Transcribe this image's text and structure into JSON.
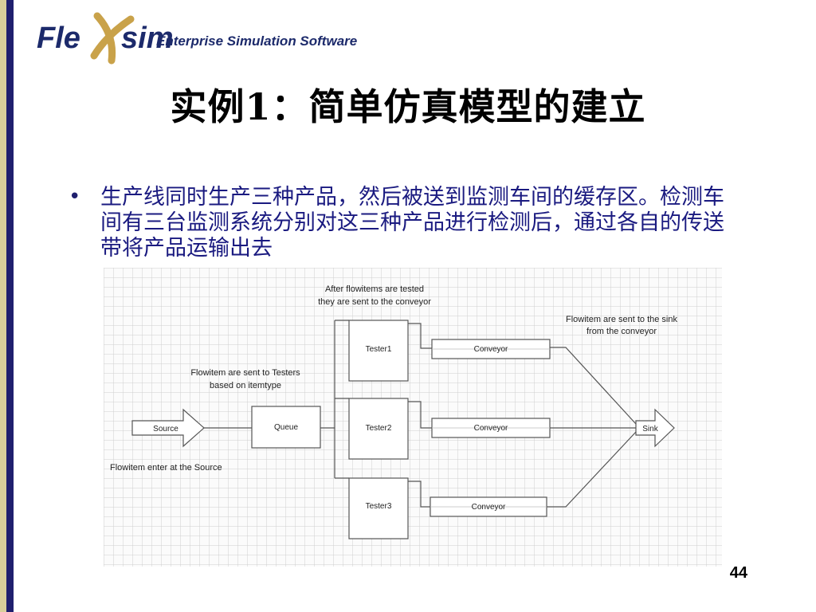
{
  "logo": {
    "brand_left": "Fle",
    "brand_right": "sim",
    "tagline": "Enterprise Simulation Software"
  },
  "slide": {
    "title": "实例1：简单仿真模型的建立",
    "bullet": "生产线同时生产三种产品，然后被送到监测车间的缓存区。检测车间有三台监测系统分别对这三种产品进行检测后，通过各自的传送带将产品运输出去",
    "page_number": "44"
  },
  "diagram": {
    "source": "Source",
    "queue": "Queue",
    "testers": [
      "Tester1",
      "Tester2",
      "Tester3"
    ],
    "conveyors": [
      "Conveyor",
      "Conveyor",
      "Conveyor"
    ],
    "sink": "Sink",
    "notes": {
      "tested_line1": "After flowitems are tested",
      "tested_line2": "they are sent to the conveyor",
      "sink_line1": "Flowitem are sent to the sink",
      "sink_line2": "from the conveyor",
      "testers_line1": "Flowitem are sent to Testers",
      "testers_line2": "based on itemtype",
      "source_note": "Flowitem enter at the Source"
    }
  },
  "colors": {
    "sidebar_navy": "#1f1f6e",
    "sidebar_gold": "#d8cf9a",
    "text_blue": "#1a1a80",
    "logo_navy": "#1c2a6b",
    "logo_gold": "#c9a24a"
  }
}
